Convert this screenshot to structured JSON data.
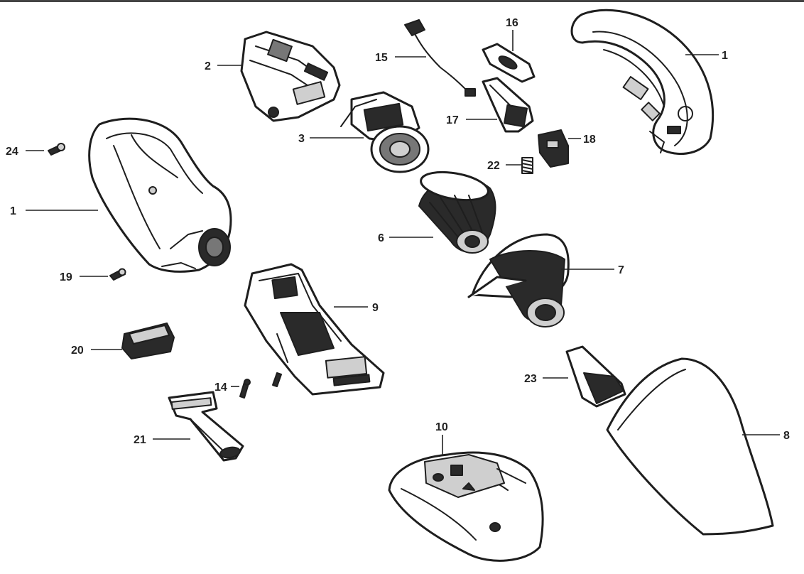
{
  "diagram": {
    "parts": [
      {
        "id": "part-1-right",
        "label": "1"
      },
      {
        "id": "part-1-left",
        "label": "1"
      },
      {
        "id": "part-2",
        "label": "2"
      },
      {
        "id": "part-3",
        "label": "3"
      },
      {
        "id": "part-6",
        "label": "6"
      },
      {
        "id": "part-7",
        "label": "7"
      },
      {
        "id": "part-8",
        "label": "8"
      },
      {
        "id": "part-9",
        "label": "9"
      },
      {
        "id": "part-10",
        "label": "10"
      },
      {
        "id": "part-14",
        "label": "14"
      },
      {
        "id": "part-15",
        "label": "15"
      },
      {
        "id": "part-16",
        "label": "16"
      },
      {
        "id": "part-17",
        "label": "17"
      },
      {
        "id": "part-18",
        "label": "18"
      },
      {
        "id": "part-19",
        "label": "19"
      },
      {
        "id": "part-20",
        "label": "20"
      },
      {
        "id": "part-21",
        "label": "21"
      },
      {
        "id": "part-22",
        "label": "22"
      },
      {
        "id": "part-23",
        "label": "23"
      },
      {
        "id": "part-24",
        "label": "24"
      }
    ]
  }
}
